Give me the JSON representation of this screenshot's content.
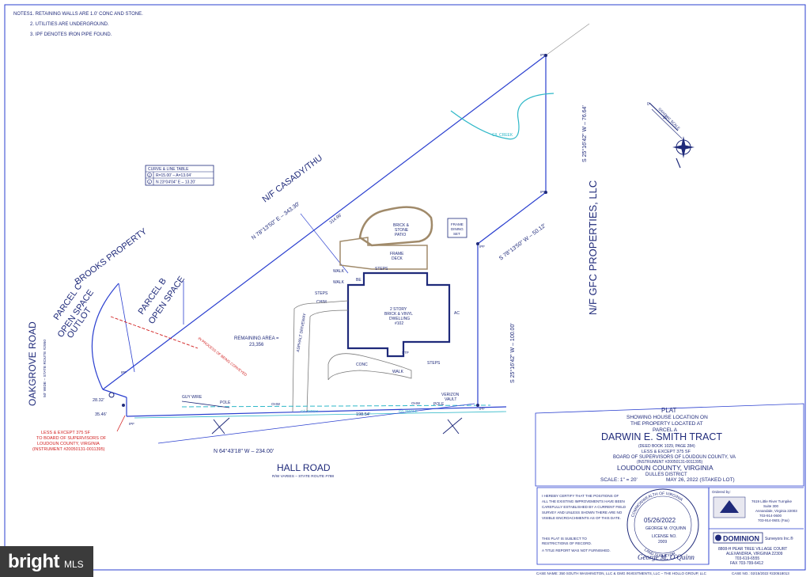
{
  "notes": {
    "title": "NOTES:",
    "items": [
      "1. RETAINING WALLS ARE 1.0' CONC AND STONE.",
      "2. UTILITIES ARE UNDERGROUND.",
      "3. IPF DENOTES IRON PIPE FOUND."
    ]
  },
  "curve_table": {
    "title": "CURVE & LINE TABLE",
    "rows": [
      {
        "id": "C",
        "value": "R=15.00'   –   A=13.04'"
      },
      {
        "id": "L",
        "value": "N 23°04'04\" E   –   13.20'"
      }
    ]
  },
  "neighbors": {
    "brooks": "BROOKS PROPERTY",
    "casady": "N/F CASADY/THU",
    "gfc": "N/F GFC PROPERTIES, LLC"
  },
  "parcels": {
    "c_line1": "PARCEL C",
    "c_line2": "OPEN SPACE",
    "c_line3": "OUTLOT",
    "b_line1": "PARCEL B",
    "b_line2": "OPEN SPACE",
    "red_note": "IN PROCESS OF BEING CONVEYED"
  },
  "bearings": {
    "north_line": "N 78°13'50\" E   –   343.30'",
    "north_sub": "314.98'",
    "east_top": "S 25°16'42\" W   –   76.64'",
    "east_mid": "S 78°13'50\" W   –   50.12'",
    "east_low": "S 25°16'42\" W   –   100.00'",
    "south_line": "N 64°43'18\" W   –   234.00'",
    "dist_198": "198.54'",
    "dist_35": "35.46'",
    "dist_28": "28.32'"
  },
  "remaining": {
    "line1": "REMAINING AREA =",
    "line2": "23,356"
  },
  "features": {
    "patio": [
      "BRICK &",
      "STONE",
      "PATIO"
    ],
    "deck": [
      "FRAME",
      "DECK"
    ],
    "shed": [
      "FRAME",
      "DINING",
      "SET"
    ],
    "house": [
      "2 STORY",
      "BRICK & VINYL",
      "DWELLING",
      "#102"
    ],
    "walk": "WALK",
    "steps": "STEPS",
    "chim": "CHIM",
    "conc": "CONC",
    "driveway": "ASPHALT DRIVEWAY",
    "ac": "AC",
    "stp": "STP",
    "be": "BE",
    "guy_wire": "GUY WIRE",
    "pole": "POLE",
    "verizon": [
      "VERIZON",
      "VAULT"
    ],
    "ipf": "IPF",
    "cl_creek": "C/L CREEK",
    "ohw": "OHW",
    "cl_ditch": "C/L DITCH",
    "cl_swale": "C/L SWALE"
  },
  "less_except": {
    "line1": "LESS & EXCEPT 375 SF",
    "line2": "TO BOARD OF SUPERVISORS OF",
    "line3": "LOUDOUN COUNTY, VIRGINIA",
    "line4": "(INSTRUMENT #20050131-0011395)"
  },
  "roads": {
    "oakgrove": "OAKGROVE ROAD",
    "oakgrove_sub": "50' WIDE – STATE ROUTE #2950",
    "hall": "HALL ROAD",
    "hall_sub": "R/W VARIES – STATE ROUTE #788"
  },
  "scale_graphic": {
    "label": "GRAPHIC SCALE",
    "zero": "0",
    "twenty": "20"
  },
  "title_block": {
    "plat": "PLAT",
    "line1": "SHOWING HOUSE LOCATION ON",
    "line2": "THE PROPERTY LOCATED AT",
    "line3": "PARCEL A",
    "tract": "DARWIN E. SMITH TRACT",
    "deed": "(DEED BOOK 1029, PAGE 284)",
    "less": "LESS & EXCEPT 375 SF",
    "board": "BOARD OF SUPERVISORS OF LOUDOUN COUNTY, VA",
    "instrument": "(INSTRUMENT #20050131-0011395)",
    "county": "LOUDOUN COUNTY, VIRGINIA",
    "district": "DULLES DISTRICT",
    "scale": "SCALE:  1\" = 20'",
    "date": "MAY 26, 2022 (STAKED LOT)"
  },
  "certification": {
    "lines": [
      "I HEREBY CERTIFY THAT THE POSITIONS OF",
      "ALL THE EXISTING IMPROVEMENTS HAVE BEEN",
      "CAREFULLY ESTABLISHED BY A CURRENT FIELD",
      "SURVEY AND UNLESS SHOWN THERE ARE NO",
      "VISIBLE ENCROACHMENTS AS OF THIS DATE."
    ],
    "subject": [
      "THIS PLAT IS SUBJECT TO",
      "RESTRICTIONS OF RECORD."
    ],
    "title_note": "A TITLE REPORT WAS NOT FURNISHED."
  },
  "seal": {
    "date": "05/26/2022",
    "name": "GEORGE M. O'QUINN",
    "license_label": "LICENSE NO.",
    "license_no": "2009",
    "ring_top": "COMMONWEALTH OF VIRGINIA",
    "ring_bottom": "LAND SURVEYOR",
    "signature": "George M. O'Quinn"
  },
  "company": {
    "ordered_by": "Ordered by:",
    "client_line1": "7619 Little River Turnpike",
    "client_line2": "Suite 300",
    "client_line3": "Annandale, Virginia 22003",
    "client_line4": "703-914-0600",
    "client_line5": "703-914-0601 (Fax)",
    "name": "DOMINION",
    "suffix": "Surveyors Inc.®",
    "addr1": "8808-H PEAR TREE VILLAGE COURT",
    "addr2": "ALEXANDRIA, VIRGINIA 22309",
    "phone": "703-619-6555",
    "fax": "FAX 703-799-6412"
  },
  "footer": {
    "case_name": "CASE NAME: 350 SOUTH WASHINGTON, LLC & GMG INVESTMENTS, LLC – THE HOLLO GROUP, LLC",
    "case_no": "CASE NO.: 02/15/2022   #220518013"
  },
  "watermark": {
    "brand": "bright",
    "mls": "MLS"
  },
  "colors": {
    "ink": "#1f2a7a",
    "line": "#2a3fcf",
    "red": "#d11d1d",
    "cyan": "#2fb8c8"
  }
}
